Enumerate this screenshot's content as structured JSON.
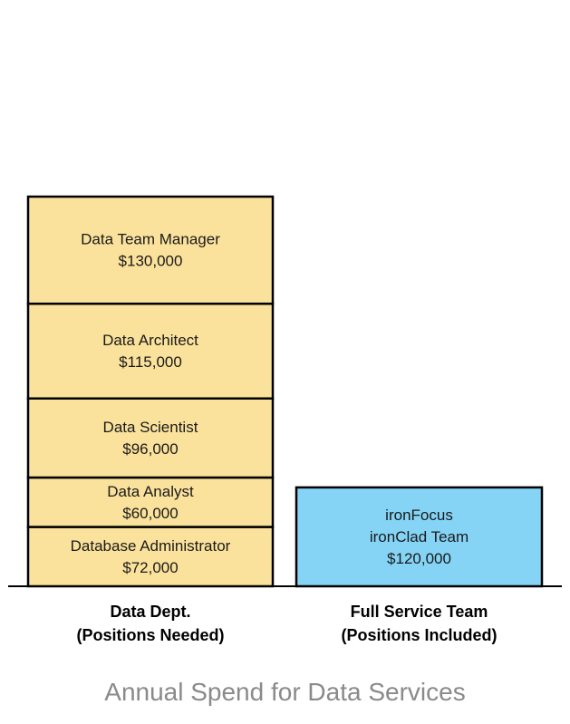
{
  "chart_data": {
    "type": "bar",
    "stacked": true,
    "title": "Annual Spend for Data Services",
    "categories": [
      [
        "Data Dept.",
        "(Positions Needed)"
      ],
      [
        "Full Service Team",
        "(Positions Included)"
      ]
    ],
    "bars": [
      {
        "category": 0,
        "color": "#fbe29c",
        "segments": [
          {
            "lines": [
              "Database Administrator",
              "$72,000"
            ],
            "value": 72000
          },
          {
            "lines": [
              "Data Analyst",
              "$60,000"
            ],
            "value": 60000
          },
          {
            "lines": [
              "Data Scientist",
              "$96,000"
            ],
            "value": 96000
          },
          {
            "lines": [
              "Data Architect",
              "$115,000"
            ],
            "value": 115000
          },
          {
            "lines": [
              "Data Team Manager",
              "$130,000"
            ],
            "value": 130000
          }
        ]
      },
      {
        "category": 1,
        "color": "#85d4f6",
        "segments": [
          {
            "lines": [
              "ironFocus",
              "ironClad Team",
              "$120,000"
            ],
            "value": 120000
          }
        ]
      }
    ]
  }
}
